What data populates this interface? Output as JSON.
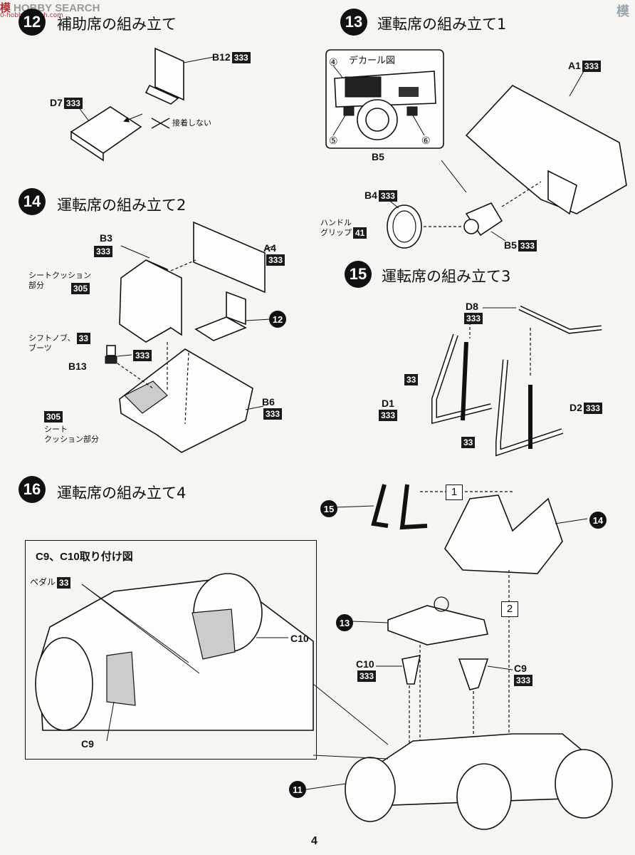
{
  "watermark": {
    "brand": "模",
    "site": "HOBBY SEARCH",
    "sub": "0-hobbysearch.com",
    "right": "模"
  },
  "steps": {
    "s12": {
      "num": "12",
      "title": "補助席の組み立て"
    },
    "s13": {
      "num": "13",
      "title": "運転席の組み立て1"
    },
    "s14": {
      "num": "14",
      "title": "運転席の組み立て2"
    },
    "s15": {
      "num": "15",
      "title": "運転席の組み立て3"
    },
    "s16": {
      "num": "16",
      "title": "運転席の組み立て4"
    }
  },
  "s12_labels": {
    "b12": "B12",
    "d7": "D7",
    "color": "333",
    "no_glue": "接着しない"
  },
  "s13_labels": {
    "decal_title": "デカール図",
    "d4": "④",
    "d5": "⑤",
    "d6": "⑥",
    "b5_under": "B5",
    "a1": "A1",
    "b4": "B4",
    "b5": "B5",
    "handle_grip": "ハンドル",
    "handle_grip2": "グリップ",
    "color_333": "333",
    "color_41": "41"
  },
  "s14_labels": {
    "b3": "B3",
    "seat_cushion": "シートクッション",
    "seat_cushion2": "部分",
    "c305": "305",
    "shift_knob": "シフトノブ、",
    "boots": "ブーツ",
    "c33": "33",
    "b13": "B13",
    "a4": "A4",
    "ref12": "12",
    "b6": "B6",
    "seat2a": "シート",
    "seat2b": "クッション部分",
    "color_333": "333"
  },
  "s15_labels": {
    "d8": "D8",
    "d1": "D1",
    "d2": "D2",
    "c33": "33",
    "color_333": "333"
  },
  "s16_labels": {
    "inset_title": "C9、C10取り付け図",
    "pedal": "ペダル",
    "pedal_color": "33",
    "c10": "C10",
    "c9": "C9",
    "ref15": "15",
    "ref14": "14",
    "ref13": "13",
    "ref11": "11",
    "step1": "1",
    "step2": "2",
    "c10b": "C10",
    "c9b": "C9",
    "color_333": "333"
  },
  "page_number": "4"
}
